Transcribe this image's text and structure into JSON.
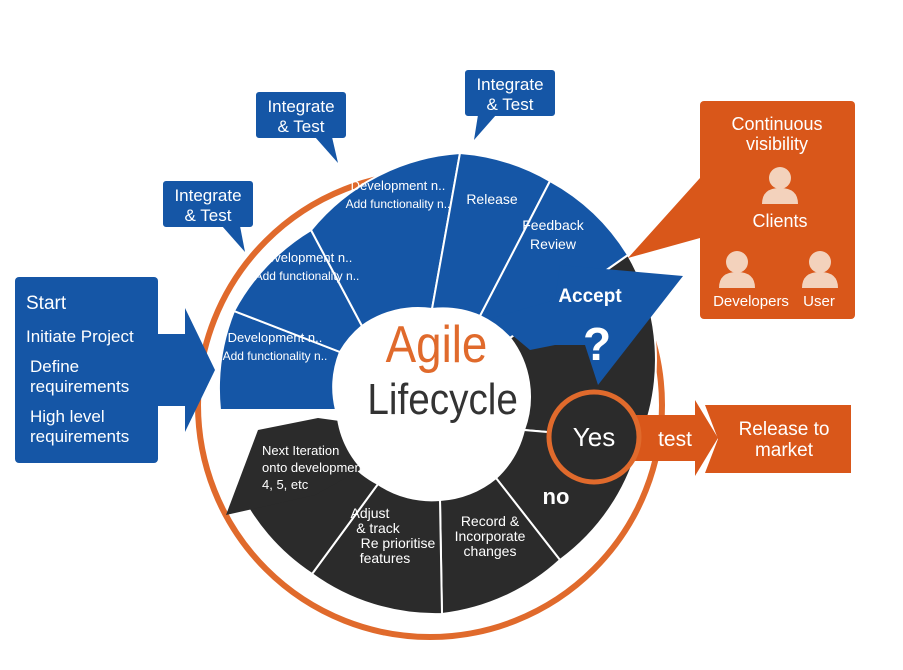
{
  "center": {
    "line1": "Agile",
    "line2": "Lifecycle"
  },
  "colors": {
    "blue": "#1556a6",
    "dark": "#2b2b2b",
    "orange": "#d9571a",
    "ring": "#e06a2c",
    "white": "#ffffff"
  },
  "start_box": {
    "start": "Start",
    "initiate": "Initiate Project",
    "define_1": "Define",
    "define_2": "requirements",
    "high_1": "High level",
    "high_2": "requirements"
  },
  "segments": {
    "dev_1": {
      "line1": "Development n..",
      "line2": "Add functionality n.."
    },
    "dev_2": {
      "line1": "Development n..",
      "line2": "Add functionality n.."
    },
    "dev_3": {
      "line1": "Development n..",
      "line2": "Add functionality n.."
    },
    "release": "Release",
    "feedback": {
      "line1": "Feedback",
      "line2": "Review"
    },
    "accept": "Accept",
    "question": "?",
    "next_iteration": {
      "line1": "Next Iteration",
      "line2": "onto development",
      "line3": "4, 5, etc"
    },
    "adjust": {
      "line1": "Adjust",
      "line2": "& track",
      "line3": "Re prioritise",
      "line4": "features"
    },
    "record": {
      "line1": "Record &",
      "line2": "Incorporate",
      "line3": "changes"
    },
    "no": "no"
  },
  "callouts": {
    "integrate_1": {
      "line1": "Integrate",
      "line2": "& Test"
    },
    "integrate_2": {
      "line1": "Integrate",
      "line2": "& Test"
    },
    "integrate_3": {
      "line1": "Integrate",
      "line2": "& Test"
    }
  },
  "visibility": {
    "title_1": "Continuous",
    "title_2": "visibility",
    "clients": "Clients",
    "developers": "Developers",
    "user": "User"
  },
  "yes": "Yes",
  "test": "test",
  "release_market": {
    "line1": "Release to",
    "line2": "market"
  },
  "icons": {
    "person": "person-icon"
  }
}
